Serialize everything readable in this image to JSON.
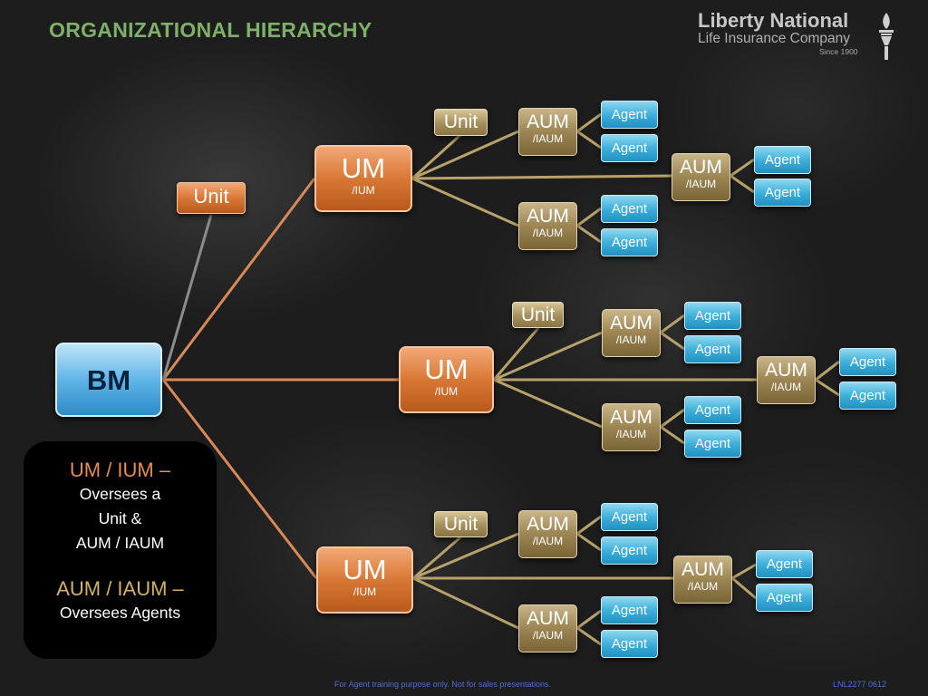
{
  "slide": {
    "title": "ORGANIZATIONAL HIERARCHY",
    "footer_note": "For Agent training purpose only. Not for sales presentations.",
    "footer_code": "LNL2277 0612"
  },
  "logo": {
    "name": "Liberty National",
    "subtitle": "Life Insurance Company",
    "since": "Since 1900",
    "icon": "torch-icon"
  },
  "colors": {
    "title": "#7fb06a",
    "bm": "#5fb5e8",
    "um": "#d97835",
    "aum": "#9c8553",
    "agent": "#3fb0dc",
    "connector_orange": "#d98a56",
    "connector_tan": "#b8a26c"
  },
  "chart": {
    "bm": {
      "label": "BM"
    },
    "unit_labels": {
      "top_left": "Unit",
      "branch1": "Unit",
      "branch2": "Unit",
      "branch3": "Unit"
    },
    "branches": [
      {
        "um": {
          "label": "UM",
          "sub": "/IUM"
        },
        "aums": [
          {
            "label": "AUM",
            "sub": "/IAUM",
            "agents": [
              "Agent",
              "Agent"
            ]
          },
          {
            "label": "AUM",
            "sub": "/IAUM",
            "agents": [
              "Agent",
              "Agent"
            ]
          },
          {
            "label": "AUM",
            "sub": "/IAUM",
            "agents": [
              "Agent",
              "Agent"
            ]
          }
        ]
      },
      {
        "um": {
          "label": "UM",
          "sub": "/IUM"
        },
        "aums": [
          {
            "label": "AUM",
            "sub": "/IAUM",
            "agents": [
              "Agent",
              "Agent"
            ]
          },
          {
            "label": "AUM",
            "sub": "/IAUM",
            "agents": [
              "Agent",
              "Agent"
            ]
          },
          {
            "label": "AUM",
            "sub": "/IAUM",
            "agents": [
              "Agent",
              "Agent"
            ]
          }
        ]
      },
      {
        "um": {
          "label": "UM",
          "sub": "/IUM"
        },
        "aums": [
          {
            "label": "AUM",
            "sub": "/IAUM",
            "agents": [
              "Agent",
              "Agent"
            ]
          },
          {
            "label": "AUM",
            "sub": "/IAUM",
            "agents": [
              "Agent",
              "Agent"
            ]
          },
          {
            "label": "AUM",
            "sub": "/IAUM",
            "agents": [
              "Agent",
              "Agent"
            ]
          }
        ]
      }
    ]
  },
  "legend": {
    "um_heading": "UM / IUM –",
    "um_lines": [
      "Oversees a",
      "Unit &",
      "AUM / IAUM"
    ],
    "aum_heading": "AUM / IAUM –",
    "aum_lines": [
      "Oversees Agents"
    ]
  }
}
